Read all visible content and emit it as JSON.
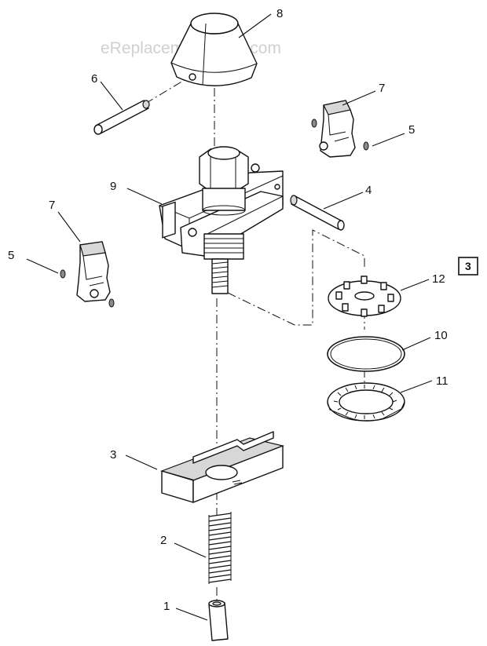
{
  "watermark": "eReplacementParts.com",
  "callouts": {
    "c1": "1",
    "c2": "2",
    "c3": "3",
    "c4": "4",
    "c5a": "5",
    "c5b": "5",
    "c6": "6",
    "c7a": "7",
    "c7b": "7",
    "c8": "8",
    "c9": "9",
    "c10": "10",
    "c11": "11",
    "c12": "12"
  },
  "boxed_label": "3"
}
